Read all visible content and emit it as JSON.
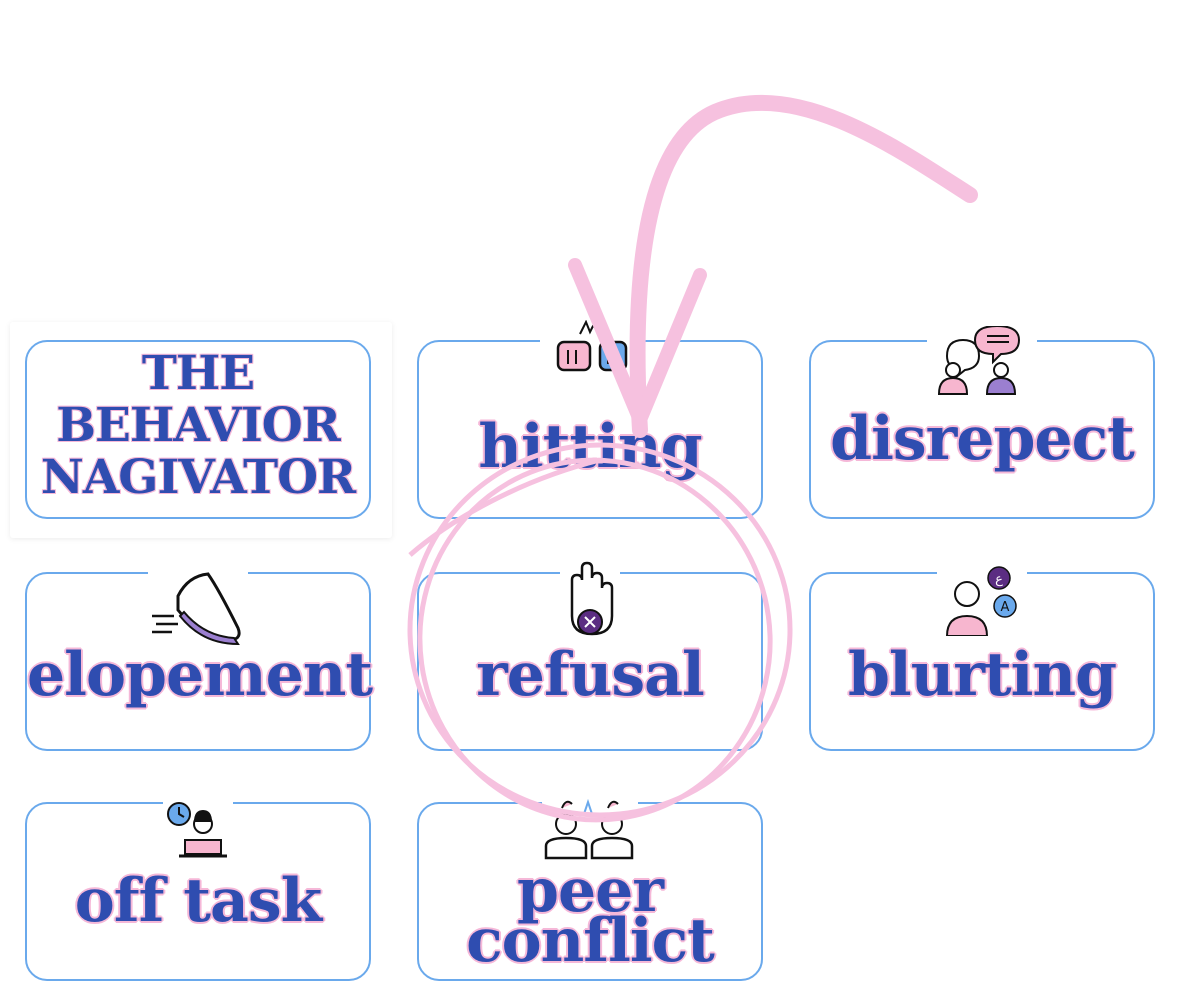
{
  "title": {
    "lines": [
      "THE",
      "BEHAVIOR",
      "NAGIVATOR"
    ]
  },
  "cards": [
    {
      "label": "hitting",
      "icon": "fist-bump-icon"
    },
    {
      "label": "disrepect",
      "icon": "people-talking-icon"
    },
    {
      "label": "elopement",
      "icon": "running-shoe-icon"
    },
    {
      "label": "refusal",
      "icon": "stop-hand-icon"
    },
    {
      "label": "blurting",
      "icon": "person-speaking-icon"
    },
    {
      "label": "off task",
      "icon": "person-laptop-clock-icon"
    },
    {
      "label": "peer",
      "label2": "conflict",
      "icon": "arguing-people-icon"
    }
  ],
  "colors": {
    "text": "#2f4db0",
    "outline": "#f5b8d8",
    "border": "#6aa9ec",
    "annotation": "#f6c1df"
  }
}
